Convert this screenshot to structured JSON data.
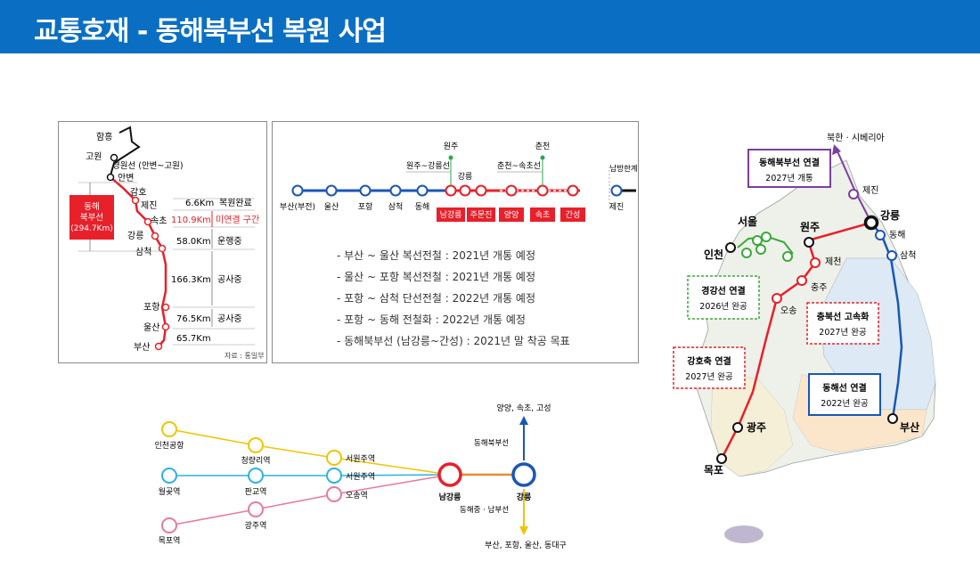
{
  "header": {
    "title": "교통호재 - 동해북부선 복원 사업"
  },
  "left_panel": {
    "stations": [
      "함흥",
      "고원",
      "경원선 (안변~고원)",
      "안변",
      "감호",
      "제진",
      "속초",
      "강릉",
      "삼척",
      "포항",
      "울산",
      "부산"
    ],
    "segments": [
      {
        "distance": "6.6Km",
        "status": "복원완료"
      },
      {
        "distance": "110.9Km",
        "status": "미연결 구간"
      },
      {
        "distance": "58.0Km",
        "status": "운행중"
      },
      {
        "distance": "166.3Km",
        "status": "공사중"
      },
      {
        "distance": "76.5Km",
        "status": "공사중"
      },
      {
        "distance": "65.7Km",
        "status": ""
      }
    ],
    "line_box": {
      "name": "동해\n북부선",
      "length": "(294.7Km)"
    },
    "source": "자료 : 통일부",
    "colors": {
      "red": "#e8202a",
      "black": "#111111"
    }
  },
  "mid_panel": {
    "blue_stations": [
      "부산(부전)",
      "울산",
      "포항",
      "삼척",
      "동해"
    ],
    "top_labels": {
      "wonju": "원주",
      "wonju_line": "원주~강릉선",
      "gangneung": "강릉",
      "chuncheon": "춘천",
      "chuncheon_line": "춘천~속초선",
      "nambang": "남방한계선"
    },
    "red_badges": [
      "남강릉",
      "주문진",
      "양양",
      "속초",
      "간성"
    ],
    "end_station": "제진",
    "notes": [
      "- 부산 ~ 울산 복선전철 : 2021년 개통 예정",
      "- 울산 ~ 포항 복선전철 : 2021년 개통 예정",
      "- 포항 ~ 삼척 단선전철 : 2022년 개통 예정",
      "- 포항 ~ 동해 전철화 : 2022년 개통 예정",
      "- 동해북부선 (남강릉~간성) : 2021년 말 착공 목표"
    ]
  },
  "network_panel": {
    "yellow": [
      "인천공항",
      "청량리역",
      "서원주역"
    ],
    "blue": [
      "월곶역",
      "판교역",
      "서원주역"
    ],
    "pink": [
      "목포역",
      "광주역",
      "오송역"
    ],
    "hub_red": "남강릉",
    "hub_blue": "강릉",
    "north_label": "양양, 속초, 고성",
    "north_line": "동해북부선",
    "south_line": "동해중 · 남부선",
    "south_label": "부산, 포항, 울산, 동대구"
  },
  "map_panel": {
    "north_label": "북한 · 시베리아",
    "cities": {
      "jejin": "제진",
      "gangneung": "강릉",
      "donghae": "동해",
      "samcheok": "삼척",
      "seoul": "서울",
      "wonju": "원주",
      "incheon": "인천",
      "jecheon": "제천",
      "chungju": "충주",
      "osong": "오송",
      "gwangju": "광주",
      "mokpo": "목포",
      "busan": "부산"
    },
    "callouts": [
      {
        "title": "동해북부선 연결",
        "sub": "2027년 개통"
      },
      {
        "title": "경강선 연결",
        "sub": "2026년 완공"
      },
      {
        "title": "충북선 고속화",
        "sub": "2027년 완공"
      },
      {
        "title": "강호축 연결",
        "sub": "2027년 완공"
      },
      {
        "title": "동해선 연결",
        "sub": "2022년 완공"
      }
    ]
  }
}
